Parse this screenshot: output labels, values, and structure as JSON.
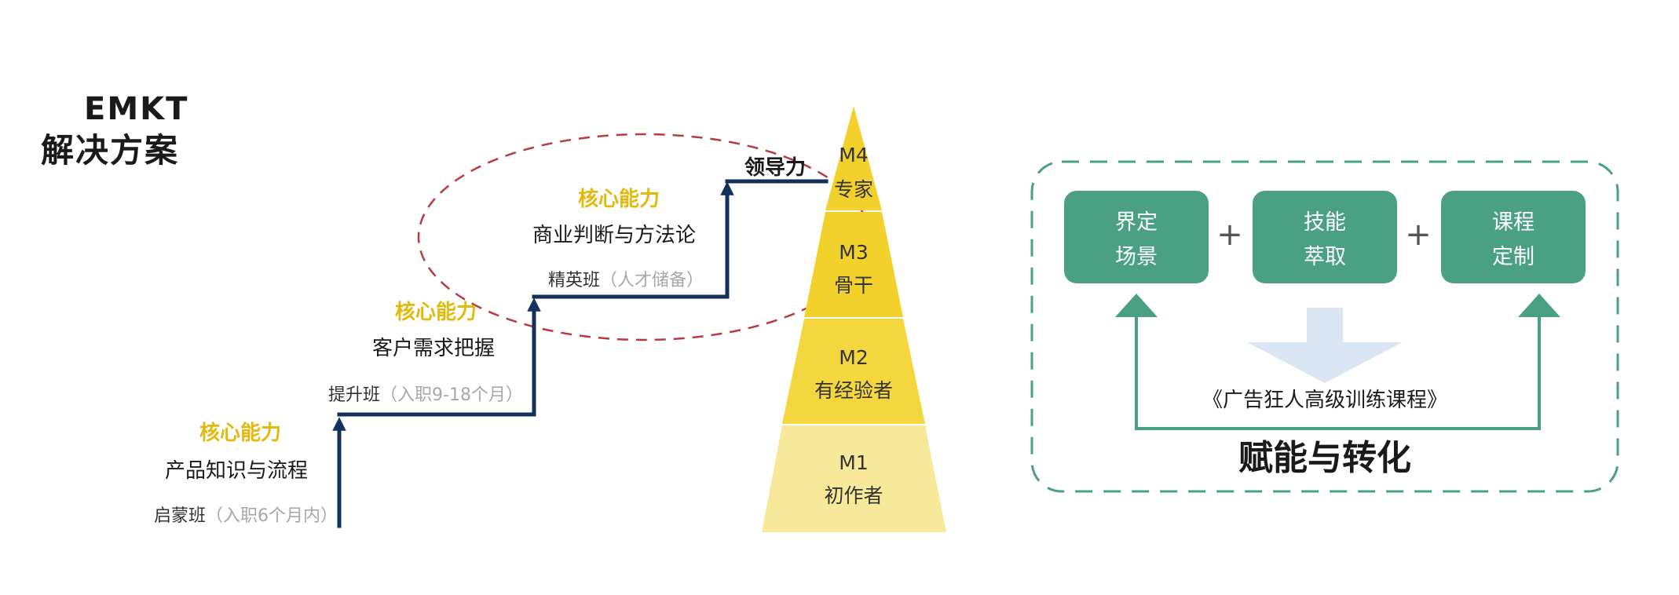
{
  "title": {
    "line1": "EMKT",
    "line2": "解决方案"
  },
  "stairs": [
    {
      "core": "核心能力",
      "topic": "产品知识与流程",
      "class_name": "启蒙班",
      "class_note": "（入职6个月内）"
    },
    {
      "core": "核心能力",
      "topic": "客户需求把握",
      "class_name": "提升班",
      "class_note": "（入职9-18个月）"
    },
    {
      "core": "核心能力",
      "topic": "商业判断与方法论",
      "class_name": "精英班",
      "class_note": "（人才储备）"
    }
  ],
  "leadership": "领导力",
  "pyramid": [
    {
      "level": "M4",
      "title": "专家"
    },
    {
      "level": "M3",
      "title": "骨干"
    },
    {
      "level": "M2",
      "title": "有经验者"
    },
    {
      "level": "M1",
      "title": "初作者"
    }
  ],
  "right_panel": {
    "boxes": [
      {
        "line1": "界定",
        "line2": "场景"
      },
      {
        "line1": "技能",
        "line2": "萃取"
      },
      {
        "line1": "课程",
        "line2": "定制"
      }
    ],
    "plus": "+",
    "course": "《广告狂人高级训练课程》",
    "tagline": "赋能与转化"
  },
  "colors": {
    "navy": "#12305a",
    "gold": "#e2b90e",
    "teal": "#4aa083",
    "dashed_red": "#b83a42",
    "grey_note": "#a8a8a8",
    "arrow_blue": "#dbe6f4",
    "pyramid": [
      "#f2d12c",
      "#f4d63e",
      "#f5df6a",
      "#f8e89a"
    ]
  }
}
